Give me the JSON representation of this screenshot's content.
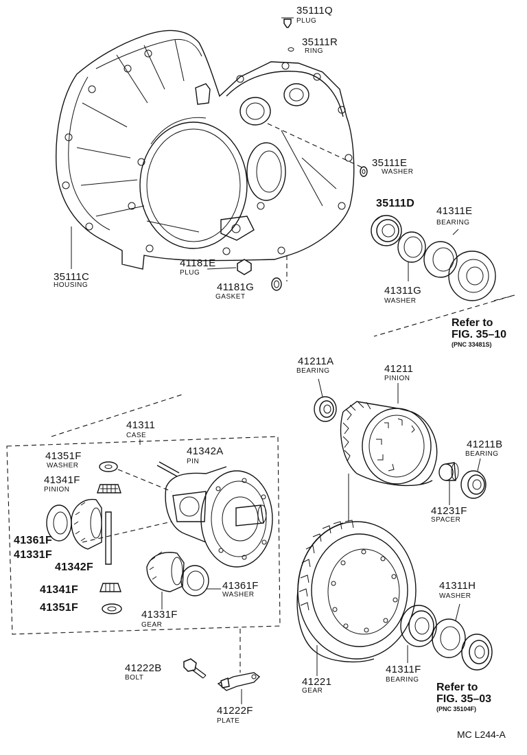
{
  "parts": [
    {
      "id": "p35111Q",
      "number": "35111Q",
      "name": "PLUG"
    },
    {
      "id": "p35111R",
      "number": "35111R",
      "name": "RING"
    },
    {
      "id": "p35111E",
      "number": "35111E",
      "name": "WASHER"
    },
    {
      "id": "p35111D",
      "number": "35111D",
      "name": ""
    },
    {
      "id": "p41311E",
      "number": "41311E",
      "name": "BEARING"
    },
    {
      "id": "p41311G",
      "number": "41311G",
      "name": "WASHER"
    },
    {
      "id": "p35111C",
      "number": "35111C",
      "name": "HOUSING"
    },
    {
      "id": "p41181E",
      "number": "41181E",
      "name": "PLUG"
    },
    {
      "id": "p41181G",
      "number": "41181G",
      "name": "GASKET"
    },
    {
      "id": "p41211A",
      "number": "41211A",
      "name": "BEARING"
    },
    {
      "id": "p41211",
      "number": "41211",
      "name": "PINION"
    },
    {
      "id": "p41211B",
      "number": "41211B",
      "name": "BEARING"
    },
    {
      "id": "p41231F",
      "number": "41231F",
      "name": "SPACER"
    },
    {
      "id": "p41311",
      "number": "41311",
      "name": "CASE"
    },
    {
      "id": "p41351F_top",
      "number": "41351F",
      "name": "WASHER"
    },
    {
      "id": "p41342A",
      "number": "41342A",
      "name": "PIN"
    },
    {
      "id": "p41341F_top",
      "number": "41341F",
      "name": "PINION"
    },
    {
      "id": "p41361F_left",
      "number": "41361F",
      "name": ""
    },
    {
      "id": "p41331F_left",
      "number": "41331F",
      "name": ""
    },
    {
      "id": "p41342F",
      "number": "41342F",
      "name": ""
    },
    {
      "id": "p41341F_bot",
      "number": "41341F",
      "name": ""
    },
    {
      "id": "p41351F_bot",
      "number": "41351F",
      "name": ""
    },
    {
      "id": "p41361F_right",
      "number": "41361F",
      "name": "WASHER"
    },
    {
      "id": "p41331F_right",
      "number": "41331F",
      "name": "GEAR"
    },
    {
      "id": "p41311H",
      "number": "41311H",
      "name": "WASHER"
    },
    {
      "id": "p41221",
      "number": "41221",
      "name": "GEAR"
    },
    {
      "id": "p41311F",
      "number": "41311F",
      "name": "BEARING"
    },
    {
      "id": "p41222B",
      "number": "41222B",
      "name": "BOLT"
    },
    {
      "id": "p41222F",
      "number": "41222F",
      "name": "PLATE"
    }
  ],
  "references": [
    {
      "id": "ref1",
      "line1": "Refer to",
      "line2": "FIG. 35–10",
      "pnc": "(PNC 33481S)"
    },
    {
      "id": "ref2",
      "line1": "Refer to",
      "line2": "FIG. 35–03",
      "pnc": "(PNC 35104F)"
    }
  ],
  "figure_code": "MC L244-A"
}
